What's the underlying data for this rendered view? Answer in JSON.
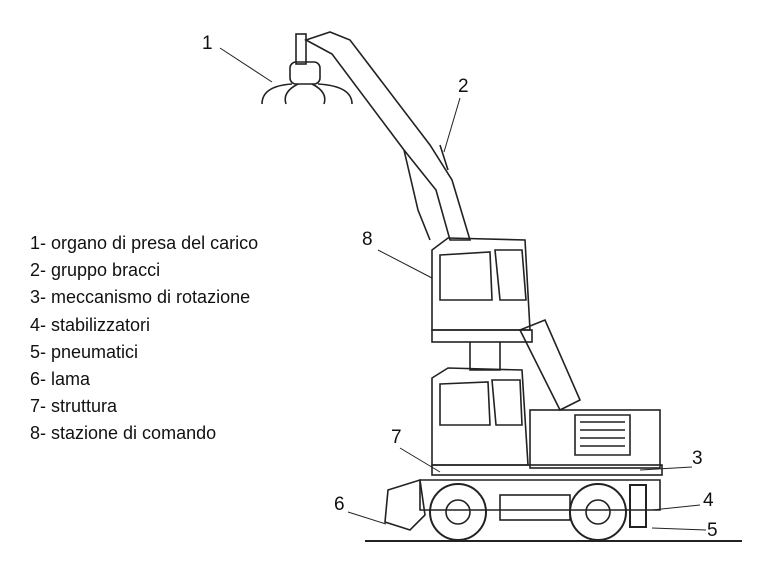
{
  "legend": [
    "1- organo di presa del carico",
    "2- gruppo bracci",
    "3- meccanismo di rotazione",
    "4- stabilizzatori",
    "5- pneumatici",
    "6- lama",
    "7- struttura",
    "8- stazione di comando"
  ],
  "callouts": [
    "1",
    "2",
    "3",
    "4",
    "5",
    "6",
    "7",
    "8"
  ]
}
